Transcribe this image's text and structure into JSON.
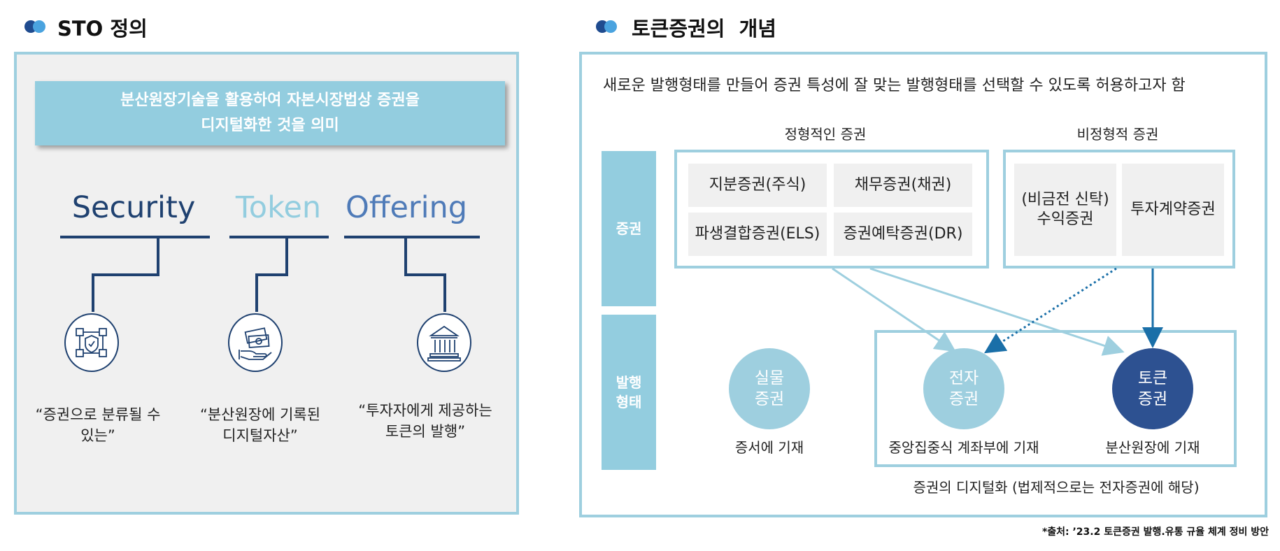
{
  "colors": {
    "light_blue": "#9ecfdf",
    "mid_blue": "#5b87c0",
    "navy": "#2d5191",
    "word_security": "#1f4170",
    "word_token": "#93cddf",
    "word_offering": "#4f7bb8"
  },
  "left": {
    "title": "STO 정의",
    "banner_line1": "분산원장기술을 활용하여 자본시장법상 증권을",
    "banner_line2": "디지털화한 것을 의미",
    "words": {
      "security": "Security",
      "token": "Token",
      "offering": "Offering"
    },
    "icons": {
      "security": "blockchain-shield-icon",
      "token": "hand-money-icon",
      "offering": "bank-building-icon"
    },
    "quotes": {
      "security": "“증권으로 분류될 수 있는”",
      "token_line1": "“분산원장에 기록된",
      "token_line2": "디지털자산”",
      "offering_line1": "“투자자에게 제공하는",
      "offering_line2": "토큰의 발행”"
    },
    "security_quote_line1": "“증권으로 분류될 수",
    "security_quote_line2": "있는”"
  },
  "right": {
    "title": "토큰증권의  개념",
    "intro": "새로운 발행형태를 만들어 증권 특성에 잘 맞는 발행형태를 선택할 수 있도록 허용하고자 함",
    "group_formal": "정형적인 증권",
    "group_informal": "비정형적 증권",
    "side_securities": "증권",
    "side_issuance_line1": "발행",
    "side_issuance_line2": "형태",
    "formal_cells": [
      "지분증권(주식)",
      "채무증권(채권)",
      "파생결합증권(ELS)",
      "증권예탁증권(DR)"
    ],
    "informal_cells": {
      "cell1_line1": "(비금전 신탁)",
      "cell1_line2": "수익증권",
      "cell2": "투자계약증권"
    },
    "issuance": {
      "physical_line1": "실물",
      "physical_line2": "증권",
      "physical_caption": "증서에 기재",
      "electronic_line1": "전자",
      "electronic_line2": "증권",
      "electronic_caption": "중앙집중식 계좌부에 기재",
      "token_line1": "토큰",
      "token_line2": "증권",
      "token_caption": "분산원장에 기재"
    },
    "digitization_caption": "증권의 디지털화 (법제적으로는 전자증권에 해당)",
    "source": "*출처: ’23.2 토큰증권 발행.유통 규율 체계 정비 방안"
  }
}
